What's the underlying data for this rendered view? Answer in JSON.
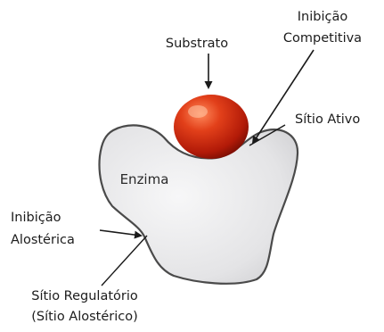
{
  "labels": {
    "substrate": "Substrato",
    "competitive_inhibition_line1": "Inibição",
    "competitive_inhibition_line2": "Competitiva",
    "active_site": "Sítio Ativo",
    "enzyme": "Enzima",
    "allosteric_inhibition_line1": "Inibição",
    "allosteric_inhibition_line2": "Alostérica",
    "regulatory_site_line1": "Sítio Regulatório",
    "regulatory_site_line2": "(Sítio Alostérico)"
  },
  "colors": {
    "enzyme_fill": "#e6e6e8",
    "enzyme_outline": "#4a4a4a",
    "substrate": "#c8200c",
    "arrow": "#1a1a1a"
  }
}
